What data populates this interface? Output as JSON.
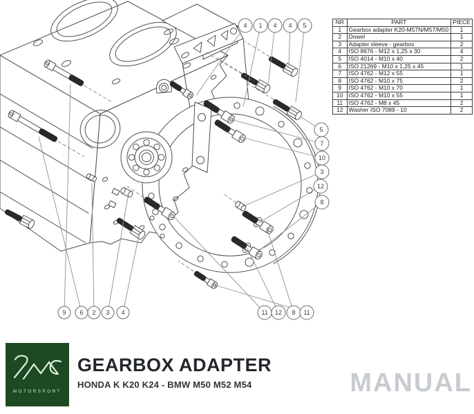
{
  "parts_table": {
    "headers": [
      "NR",
      "PART",
      "PIECE"
    ],
    "rows": [
      {
        "nr": "1",
        "part": "Gearbox adapter K20-M57N/M57/M50",
        "piece": "1"
      },
      {
        "nr": "2",
        "part": "Dowel",
        "piece": "1"
      },
      {
        "nr": "3",
        "part": "Adapter sleeve - gearbox",
        "piece": "2"
      },
      {
        "nr": "4",
        "part": "ISO 8676 - M12 x 1,25 x 30",
        "piece": "4"
      },
      {
        "nr": "5",
        "part": "ISO 4014 - M10 x 40",
        "piece": "2"
      },
      {
        "nr": "6",
        "part": "ISO 21269 - M10 x 1,25 x 45",
        "piece": "1"
      },
      {
        "nr": "7",
        "part": "ISO 4762 - M12 x 55",
        "piece": "1"
      },
      {
        "nr": "8",
        "part": "ISO 4762 - M10 x 75",
        "piece": "2"
      },
      {
        "nr": "9",
        "part": "ISO 4762 - M10 x 70",
        "piece": "1"
      },
      {
        "nr": "10",
        "part": "ISO 4762 - M10 x 55",
        "piece": "1"
      },
      {
        "nr": "11",
        "part": "ISO 4762 - M8 x 45",
        "piece": "2"
      },
      {
        "nr": "12",
        "part": "Washer ISO 7089 - 10",
        "piece": "2"
      }
    ]
  },
  "callouts": [
    {
      "label": "4"
    },
    {
      "label": "1"
    },
    {
      "label": "4"
    },
    {
      "label": "4"
    },
    {
      "label": "5"
    },
    {
      "label": "5"
    },
    {
      "label": "7"
    },
    {
      "label": "10"
    },
    {
      "label": "3"
    },
    {
      "label": "12"
    },
    {
      "label": "8"
    },
    {
      "label": "9"
    },
    {
      "label": "6"
    },
    {
      "label": "2"
    },
    {
      "label": "3"
    },
    {
      "label": "4"
    },
    {
      "label": "11"
    },
    {
      "label": "12"
    },
    {
      "label": "8"
    },
    {
      "label": "11"
    }
  ],
  "footer": {
    "title": "GEARBOX ADAPTER",
    "subtitle": "HONDA K K20 K24 - BMW M50 M52 M54",
    "watermark": "MANUAL",
    "brand": "MOTORSPORT"
  },
  "colors": {
    "logo_background": "#1d4a22",
    "logo_foreground": "#dff0df",
    "line": "#4d4d4d",
    "bolt": "#2a2a2a",
    "watermark_text": "#c8ccd0"
  }
}
